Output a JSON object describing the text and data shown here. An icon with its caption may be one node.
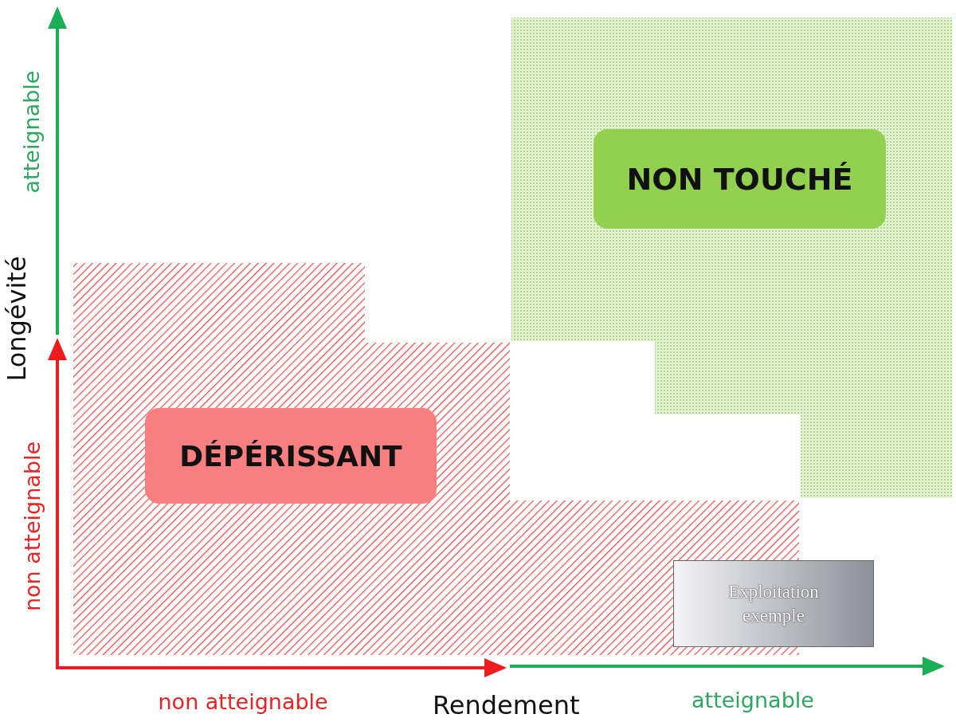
{
  "diagram": {
    "nodes": [
      {
        "text": [
          "DÉPÉRISSANT"
        ]
      },
      {
        "text": [
          "NON TOUCHÉ"
        ]
      },
      {
        "text": [
          "Exploitation exemple"
        ]
      }
    ],
    "labels": [
      "atteignable",
      "Longévité",
      "non atteignable",
      "non atteignable",
      "Rendement",
      "atteignable"
    ]
  }
}
